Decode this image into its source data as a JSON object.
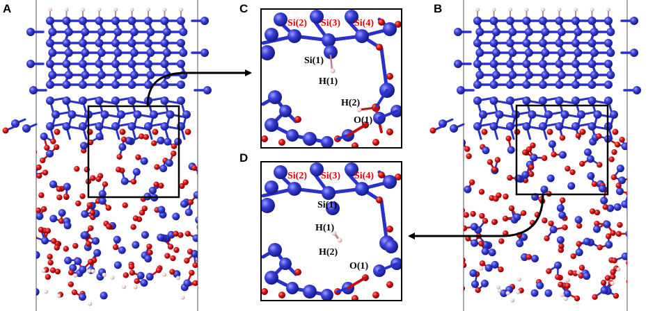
{
  "panels": {
    "A": {
      "label": "A"
    },
    "B": {
      "label": "B"
    },
    "C": {
      "label": "C",
      "atoms": [
        {
          "name": "si2",
          "text": "Si(2)",
          "color": "#e00000"
        },
        {
          "name": "si3",
          "text": "Si(3)",
          "color": "#e00000"
        },
        {
          "name": "si4",
          "text": "Si(4)",
          "color": "#e00000"
        },
        {
          "name": "si1",
          "text": "Si(1)",
          "color": "#000000"
        },
        {
          "name": "h1",
          "text": "H(1)",
          "color": "#000000"
        },
        {
          "name": "h2",
          "text": "H(2)",
          "color": "#000000"
        },
        {
          "name": "o1",
          "text": "O(1)",
          "color": "#000000"
        }
      ]
    },
    "D": {
      "label": "D",
      "atoms": [
        {
          "name": "si2",
          "text": "Si(2)",
          "color": "#e00000"
        },
        {
          "name": "si3",
          "text": "Si(3)",
          "color": "#e00000"
        },
        {
          "name": "si4",
          "text": "Si(4)",
          "color": "#e00000"
        },
        {
          "name": "si1",
          "text": "Si(1)",
          "color": "#000000"
        },
        {
          "name": "h1",
          "text": "H(1)",
          "color": "#000000"
        },
        {
          "name": "h2",
          "text": "H(2)",
          "color": "#000000"
        },
        {
          "name": "o1",
          "text": "O(1)",
          "color": "#000000"
        }
      ]
    }
  },
  "colors": {
    "silicon": "#3a3fd0",
    "oxygen": "#d41414",
    "hydrogen": "#f2dada",
    "bond": "#2a31c8",
    "frame": "#000000"
  }
}
